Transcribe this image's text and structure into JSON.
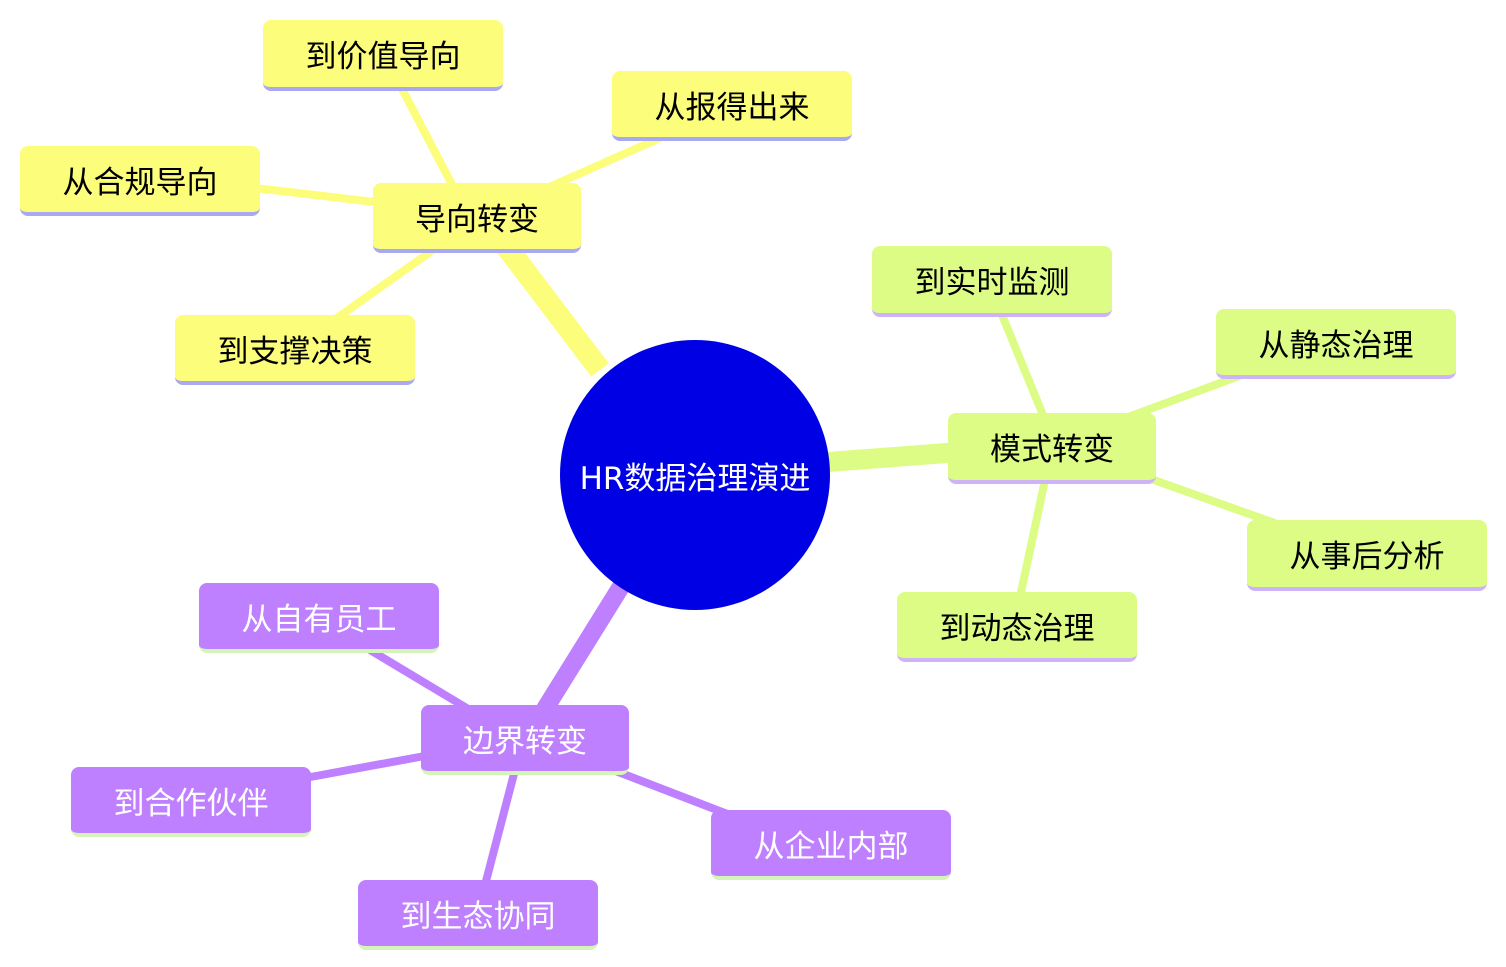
{
  "root": {
    "label": "HR数据治理演进",
    "color": "#0000e4"
  },
  "branches": [
    {
      "label": "导向转变",
      "color": "#fdfd7c",
      "children": [
        "到价值导向",
        "从报得出来",
        "从合规导向",
        "到支撑决策"
      ]
    },
    {
      "label": "模式转变",
      "color": "#dcfc86",
      "children": [
        "到实时监测",
        "从静态治理",
        "从事后分析",
        "到动态治理"
      ]
    },
    {
      "label": "边界转变",
      "color": "#bf80ff",
      "children": [
        "从自有员工",
        "到合作伙伴",
        "到生态协同",
        "从企业内部"
      ]
    }
  ]
}
